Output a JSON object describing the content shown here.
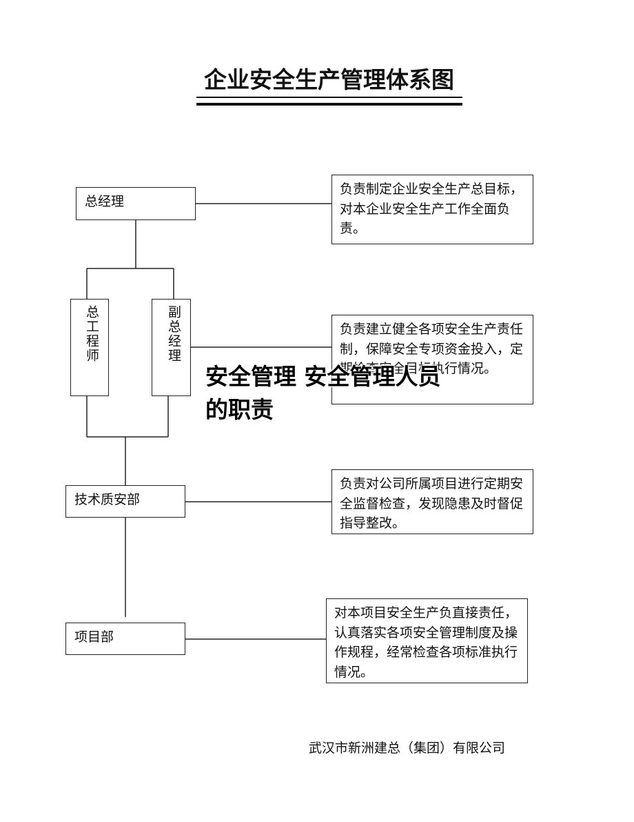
{
  "title": "企业安全生产管理体系图",
  "nodes": {
    "general_manager": "总经理",
    "chief_engineer": "总工程师",
    "deputy_general_manager": "副总经理",
    "technical_quality_safety_dept": "技术质安部",
    "project_dept": "项目部"
  },
  "responsibilities": {
    "general_manager": "负责制定企业安全生产总目标，对本企业安全生产工作全面负责。",
    "deputy_general_manager": "负责建立健全各项安全生产责任制，保障安全专项资金投入，定期检查安全目标执行情况。",
    "technical_quality_safety_dept": "负责对公司所属项目进行定期安全监督检查，发现隐患及时督促指导整改。",
    "project_dept": "对本项目安全生产负直接责任，认真落实各项安全管理制度及操作规程，经常检查各项标准执行情况。"
  },
  "overlay_caption": "安全管理 安全管理人员的职责",
  "footer": "武汉市新洲建总（集团）有限公司"
}
